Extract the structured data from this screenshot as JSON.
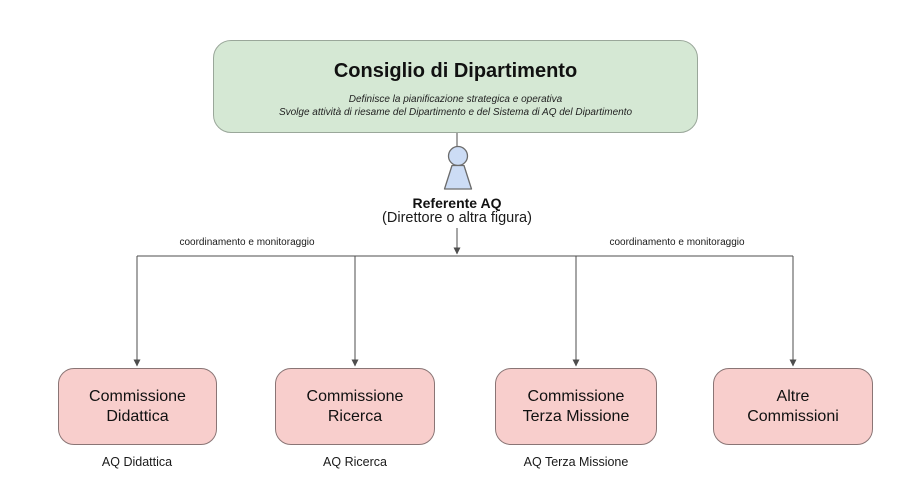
{
  "diagram": {
    "root": {
      "title": "Consiglio di Dipartimento",
      "description_lines": [
        "Definisce la pianificazione strategica e operativa",
        "Svolge attività di riesame del Dipartimento e del Sistema di AQ del Dipartimento"
      ]
    },
    "referente": {
      "name": "Referente AQ",
      "role": "(Direttore o altra figura)"
    },
    "edge_labels": {
      "left": "coordinamento e monitoraggio",
      "right": "coordinamento e monitoraggio"
    },
    "commissions": [
      {
        "label": "Commissione\nDidattica",
        "sublabel": "AQ Didattica"
      },
      {
        "label": "Commissione\nRicerca",
        "sublabel": "AQ Ricerca"
      },
      {
        "label": "Commissione\nTerza Missione",
        "sublabel": "AQ Terza Missione"
      },
      {
        "label": "Altre\nCommissioni",
        "sublabel": ""
      }
    ],
    "colors": {
      "green_fill": "#d5e8d4",
      "green_border": "#9aa79a",
      "pink_fill": "#f8cecc",
      "pink_border": "#8a7575",
      "blue_fill": "#ccdcf5",
      "blue_border": "#6b6b6b",
      "line_color": "#4d4d4d",
      "text_color": "#1a1a1a"
    }
  }
}
